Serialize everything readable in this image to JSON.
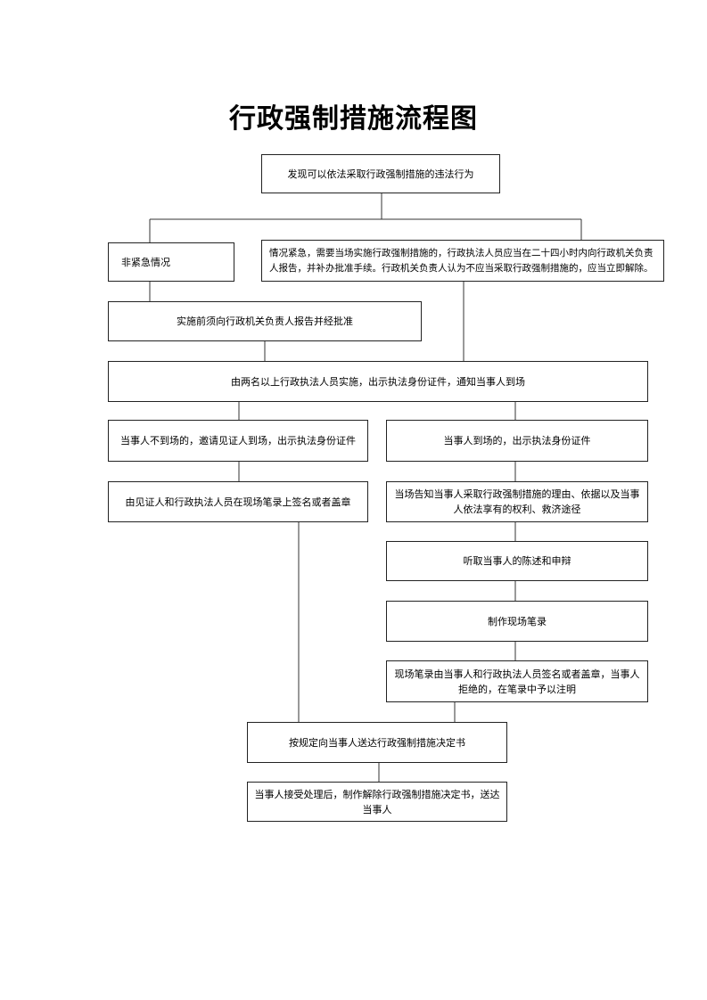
{
  "title": "行政强制措施流程图",
  "nodes": {
    "discover": "发现可以依法采取行政强制措施的违法行为",
    "non_urgent": "非紧急情况",
    "urgent": "情况紧急，需要当场实施行政强制措施的，行政执法人员应当在二十四小时内向行政机关负责人报告，并补办批准手续。行政机关负责人认为不应当采取行政强制措施的，应当立即解除。",
    "pre_report": "实施前须向行政机关负责人报告并经批准",
    "two_officers": "由两名以上行政执法人员实施，出示执法身份证件，通知当事人到场",
    "absent": "当事人不到场的，邀请见证人到场，出示执法身份证件",
    "present": "当事人到场的，出示执法身份证件",
    "witness_sign": "由见证人和行政执法人员在现场笔录上签名或者盖章",
    "inform": "当场告知当事人采取行政强制措施的理由、依据以及当事人依法享有的权利、救济途径",
    "listen": "听取当事人的陈述和申辩",
    "record": "制作现场笔录",
    "sign": "现场笔录由当事人和行政执法人员签名或者盖章，当事人拒绝的，在笔录中予以注明",
    "deliver": "按规定向当事人送达行政强制措施决定书",
    "after": "当事人接受处理后，制作解除行政强制措施决定书，送达当事人"
  }
}
